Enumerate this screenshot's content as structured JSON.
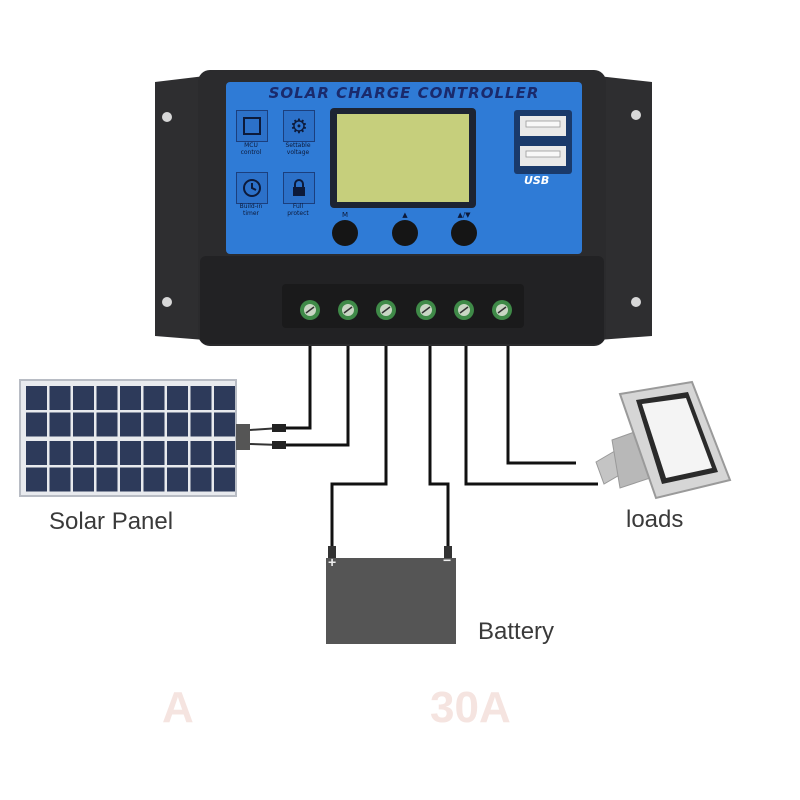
{
  "controller": {
    "title": "SOLAR CHARGE CONTROLLER",
    "features": [
      {
        "icon": "mcu-chip-icon",
        "caption": "MCU\ncontrol"
      },
      {
        "icon": "gear-icon",
        "caption": "Settable\nvoltage"
      },
      {
        "icon": "clock-icon",
        "caption": "Build-in\ntimer"
      },
      {
        "icon": "lock-icon",
        "caption": "Full\nprotect"
      }
    ],
    "buttons": [
      "M",
      "▲",
      "▲/▼"
    ],
    "usb_label": "USB",
    "terminal_count": 6
  },
  "labels": {
    "solar_panel": "Solar Panel",
    "loads": "loads",
    "battery": "Battery",
    "battery_plus": "+",
    "battery_minus": "−"
  },
  "watermark": [
    "A",
    "30A"
  ],
  "colors": {
    "controller_body": "#2b2b2d",
    "face_blue": "#2f7bd6",
    "lcd": "#c6cf7c",
    "wire": "#111111",
    "panel_cell": "#2d3a5a",
    "battery": "#555555",
    "lamp": "#cfcfcf",
    "terminal_green": "#3f8a48"
  }
}
